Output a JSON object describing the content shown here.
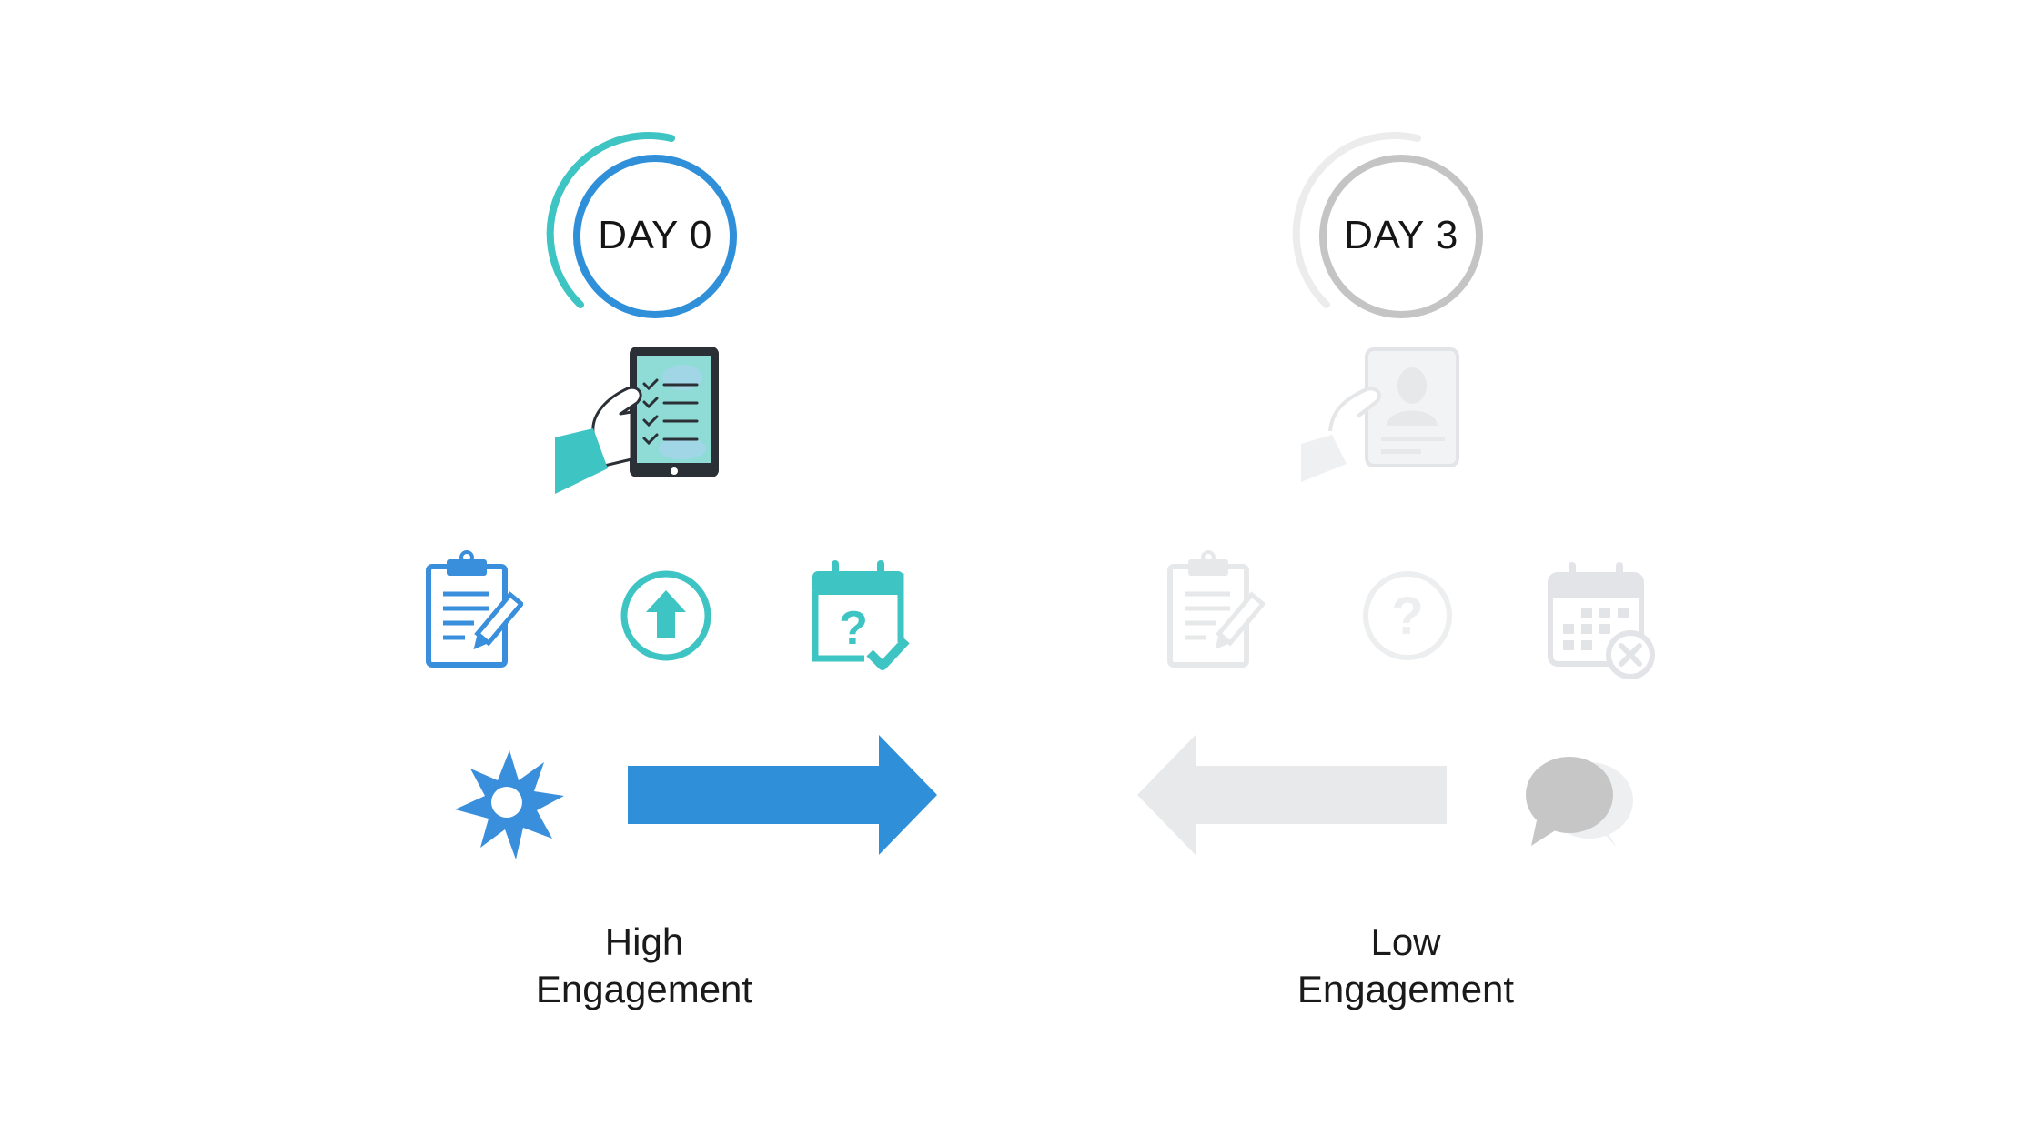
{
  "panels": {
    "left": {
      "day_label": "DAY 0",
      "label_line1": "High",
      "label_line2": "Engagement",
      "state": "active",
      "colors": {
        "ring": "#2f8fd8",
        "arc": "#3fc4c4",
        "accent": "#3a8fdc",
        "teal": "#3fc4c4",
        "arrow": "#2f8fd8"
      },
      "hero_icon": "tablet-checklist-icon",
      "icons": [
        "clipboard-edit-icon",
        "upload-circle-icon",
        "calendar-question-check-icon"
      ],
      "bottom_left_icon": "burst-star-icon",
      "arrow": "arrow-right-icon"
    },
    "right": {
      "day_label": "DAY 3",
      "label_line1": "Low",
      "label_line2": "Engagement",
      "state": "faded",
      "colors": {
        "ring": "#c4c4c4",
        "arc": "#ececec",
        "faded": "#e6e8ea",
        "bubble": "#c6c6c6"
      },
      "hero_icon": "profile-card-icon",
      "icons": [
        "clipboard-edit-icon",
        "question-circle-icon",
        "calendar-cancel-icon"
      ],
      "arrow": "arrow-left-icon",
      "bottom_right_icon": "chat-bubbles-icon"
    }
  }
}
